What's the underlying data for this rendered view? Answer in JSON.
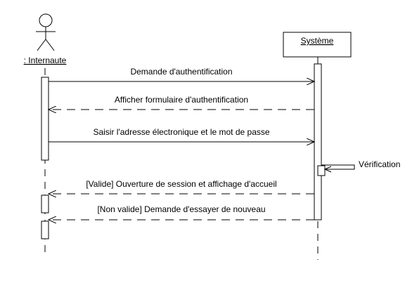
{
  "actors": {
    "user": {
      "label": ": Internaute"
    },
    "system": {
      "label": "Système"
    }
  },
  "messages": [
    {
      "label": "Demande d'authentification",
      "from": "user",
      "to": "system",
      "kind": "sync"
    },
    {
      "label": "Afficher formulaire d'authentification",
      "from": "system",
      "to": "user",
      "kind": "return"
    },
    {
      "label": "Saisir l'adresse électronique et le mot de passe",
      "from": "user",
      "to": "system",
      "kind": "sync"
    },
    {
      "label": "Vérification",
      "from": "system",
      "to": "system",
      "kind": "self"
    },
    {
      "label": "[Valide] Ouverture de session et affichage d'accueil",
      "from": "system",
      "to": "user",
      "kind": "return"
    },
    {
      "label": "[Non valide] Demande d'essayer de nouveau",
      "from": "system",
      "to": "user",
      "kind": "return"
    }
  ]
}
